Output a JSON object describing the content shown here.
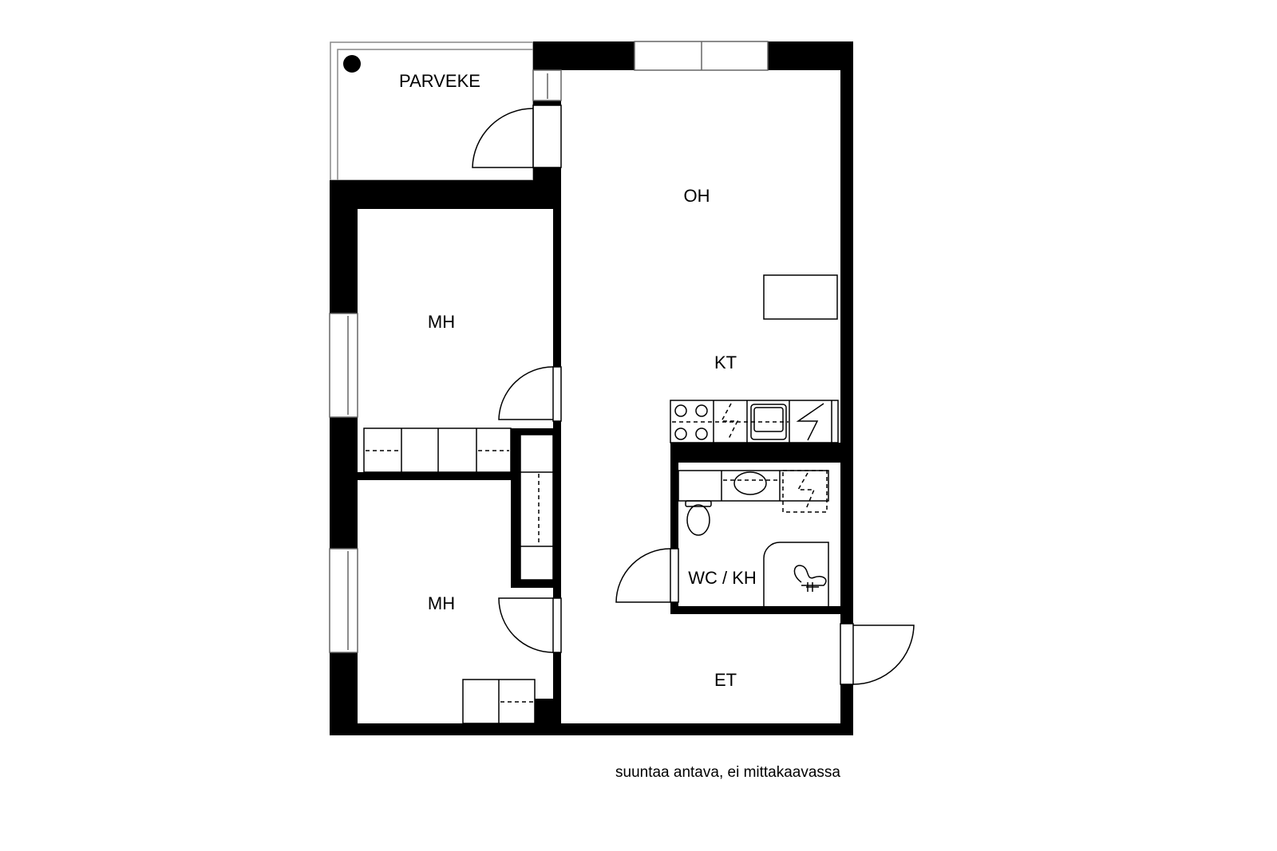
{
  "rooms": {
    "balcony": "PARVEKE",
    "living_room": "OH",
    "bedroom_1": "MH",
    "kitchen": "KT",
    "bedroom_2": "MH",
    "bathroom": "WC / KH",
    "entry": "ET"
  },
  "note": "suuntaa antava, ei mittakaavassa",
  "colors": {
    "wall": "#000000",
    "background": "#ffffff"
  }
}
